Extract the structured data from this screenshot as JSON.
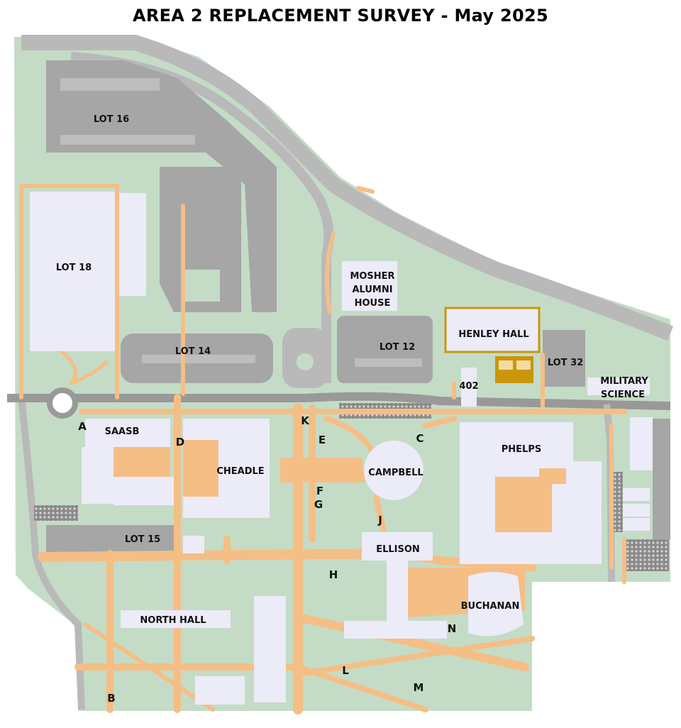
{
  "title": "AREA 2 REPLACEMENT SURVEY - May 2025",
  "colors": {
    "grass": "#c4dcc6",
    "road": "#b9b9b9",
    "parking": "#a6a6a6",
    "walkway": "#f5be85",
    "building": "#ecebf8",
    "highlight": "#c9960c"
  },
  "buildings": {
    "lot16": "LOT 16",
    "lot18": "LOT 18",
    "lot14": "LOT 14",
    "lot12": "LOT 12",
    "lot15": "LOT 15",
    "lot32": "LOT 32",
    "mosher_line1": "MOSHER",
    "mosher_line2": "ALUMNI",
    "mosher_line3": "HOUSE",
    "henley": "HENLEY HALL",
    "military_line1": "MILITARY",
    "military_line2": "SCIENCE",
    "b402": "402",
    "saasb": "SAASB",
    "cheadle": "CHEADLE",
    "campbell": "CAMPBELL",
    "phelps": "PHELPS",
    "ellison": "ELLISON",
    "buchanan": "BUCHANAN",
    "north_hall": "NORTH HALL"
  },
  "points": {
    "a": "A",
    "b": "B",
    "c": "C",
    "d": "D",
    "e": "E",
    "f": "F",
    "g": "G",
    "h": "H",
    "j": "J",
    "k": "K",
    "l": "L",
    "m": "M",
    "n": "N"
  }
}
